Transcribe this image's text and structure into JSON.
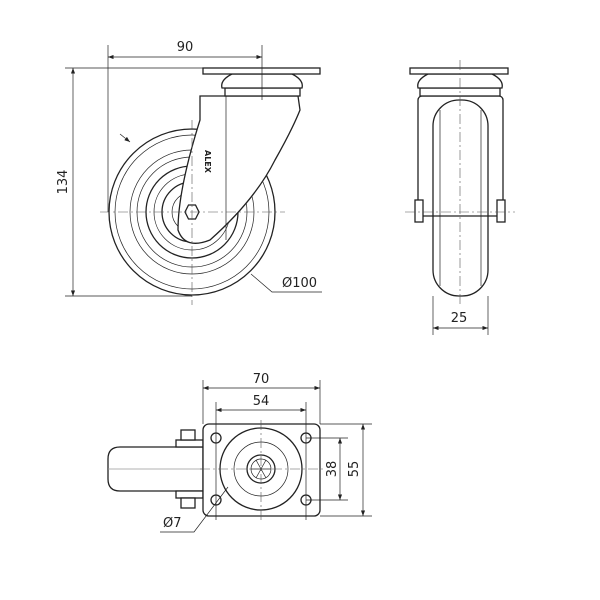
{
  "drawing": {
    "front_view": {
      "width_dim": "90",
      "height_dim": "134",
      "wheel_diameter": "Ø100",
      "brand_marking": "ALEX"
    },
    "side_view": {
      "wheel_width_dim": "25"
    },
    "top_view": {
      "plate_width": "70",
      "hole_spacing_x": "54",
      "hole_spacing_y": "38",
      "plate_length": "55",
      "hole_diameter": "Ø7"
    }
  }
}
